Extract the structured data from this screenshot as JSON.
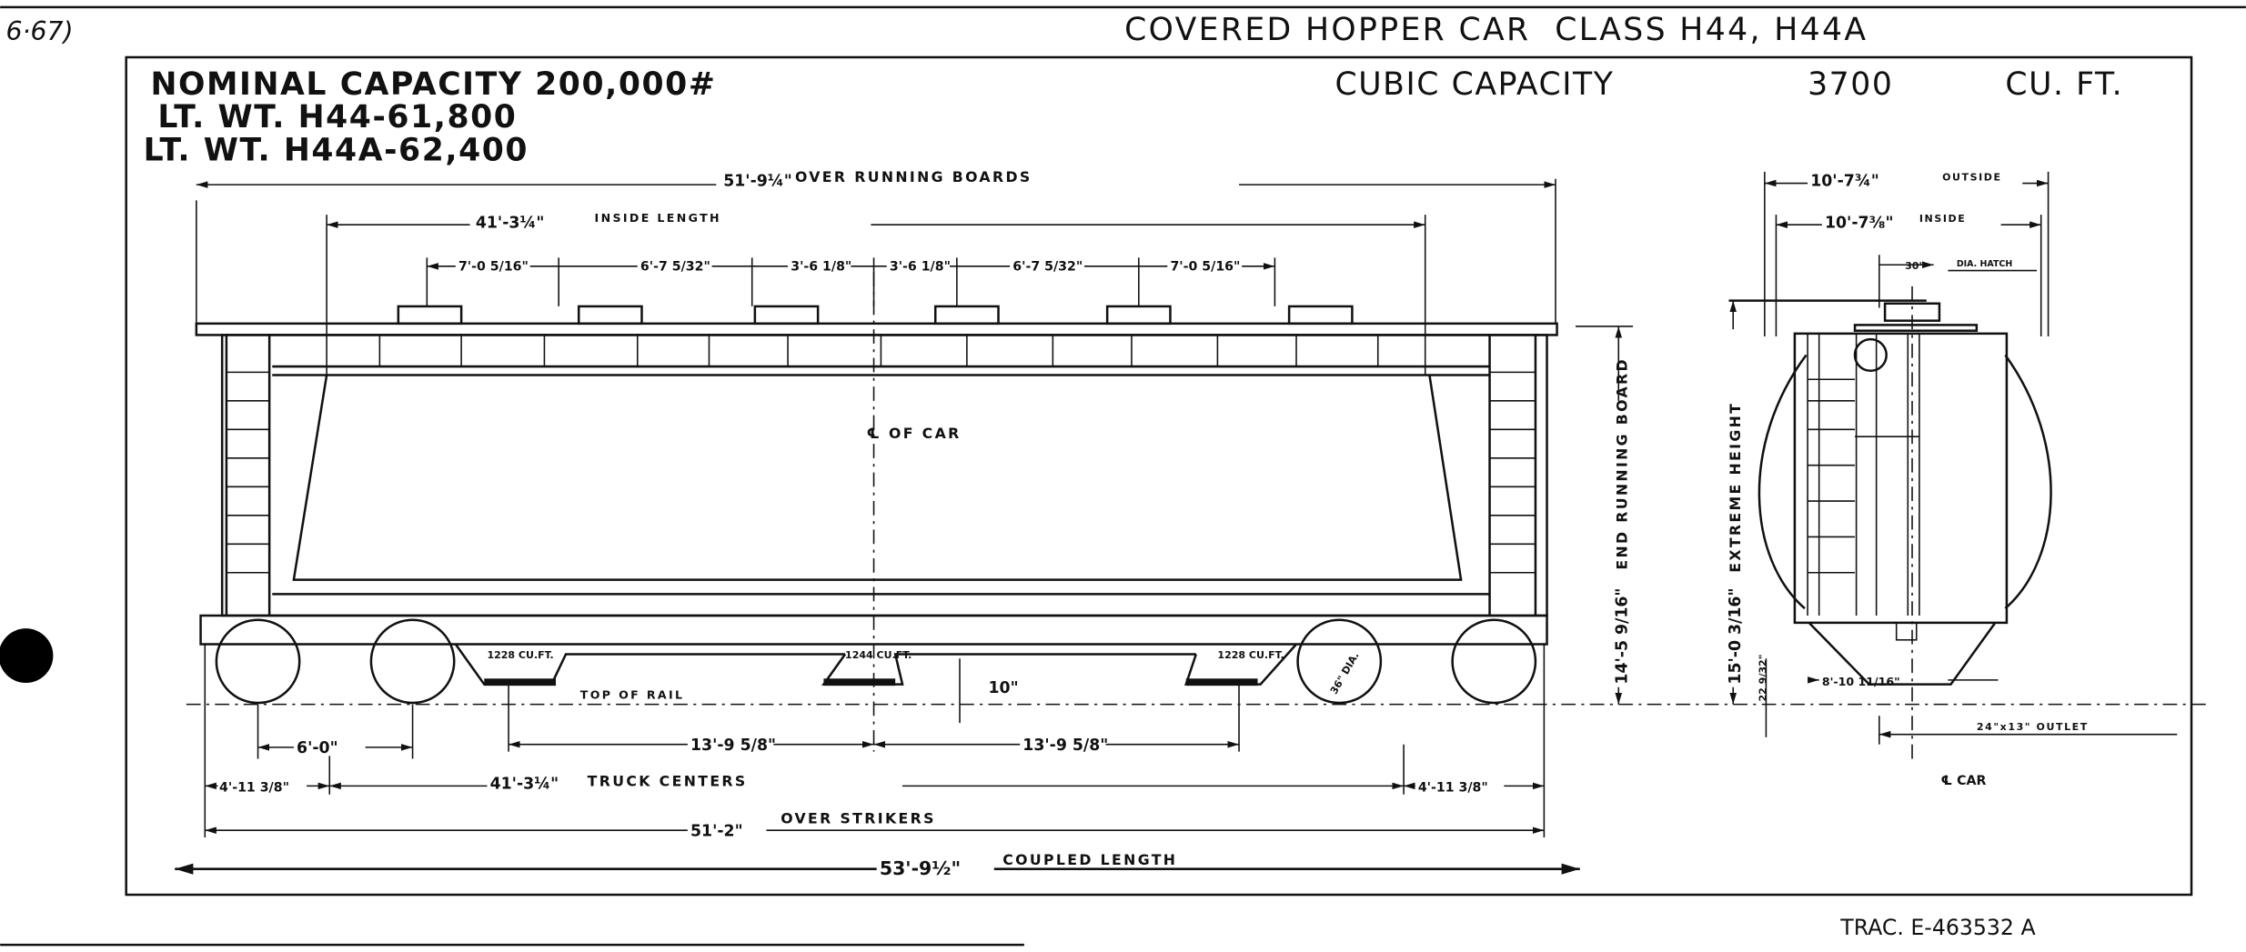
{
  "sheet_ref": "6·67)",
  "title": "COVERED HOPPER CAR  CLASS H44, H44A",
  "specs": {
    "nominal_capacity": "NOMINAL CAPACITY 200,000#",
    "lt_wt_h44": "LT. WT. H44-61,800",
    "lt_wt_h44a": "LT. WT. H44A-62,400",
    "cubic_label": "CUBIC CAPACITY",
    "cubic_value": "3700",
    "cubic_unit": "CU. FT."
  },
  "side_view": {
    "over_running_boards": {
      "value": "51'-9¼\"",
      "label": "OVER RUNNING BOARDS"
    },
    "inside_length": {
      "value": "41'-3¼\"",
      "label": "INSIDE LENGTH"
    },
    "hatch_spacing": [
      "7'-0 5/16\"",
      "6'-7 5/32\"",
      "3'-6 1/8\"",
      "3'-6 1/8\"",
      "6'-7 5/32\"",
      "7'-0 5/16\""
    ],
    "centerline": "℄ OF CAR",
    "end_running_board": {
      "value": "14'-5 9/16\"",
      "label": "END RUNNING BOARD"
    },
    "hopper_capacities": [
      "1228 CU.FT.",
      "1244 CU.FT.",
      "1228 CU.FT."
    ],
    "top_of_rail": "TOP OF RAIL",
    "clearance": "10\"",
    "wheel_dia": "36\" DIA.",
    "truck_wheelbase": "6'-0\"",
    "hopper_offsets": [
      "13'-9 5/8\"",
      "13'-9 5/8\""
    ],
    "end_overhang": [
      "4'-11 3/8\"",
      "4'-11 3/8\""
    ],
    "truck_centers": {
      "value": "41'-3¼\"",
      "label": "TRUCK CENTERS"
    },
    "over_strikers": {
      "value": "51'-2\"",
      "label": "OVER STRIKERS"
    },
    "coupled_length": {
      "value": "53'-9½\"",
      "label": "COUPLED LENGTH"
    }
  },
  "end_view": {
    "outside_width": {
      "value": "10'-7¾\"",
      "label": "OUTSIDE"
    },
    "inside_width": {
      "value": "10'-7⅜\"",
      "label": "INSIDE"
    },
    "hatch": {
      "value": "30\"",
      "label": "DIA. HATCH"
    },
    "extreme_height": {
      "value": "15'-0 3/16\"",
      "label": "EXTREME HEIGHT"
    },
    "outlet_height": "22 9/32\"",
    "outlet_width": "8'-10 11/16\"",
    "outlet": "24\"x13\" OUTLET",
    "centerline": "℄ CAR"
  },
  "tracing_number": "TRAC. E-463532 A"
}
